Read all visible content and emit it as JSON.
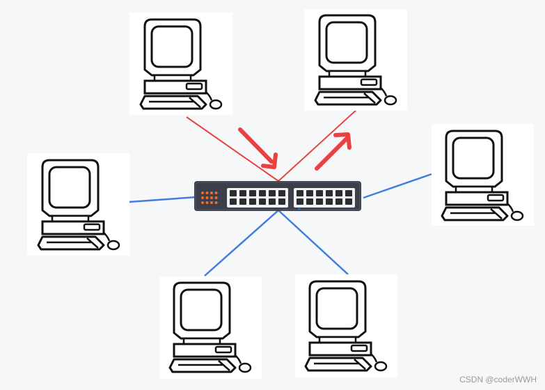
{
  "diagram": {
    "nodes": [
      {
        "id": "computer-top-left",
        "icon": "computer-icon"
      },
      {
        "id": "computer-top-right",
        "icon": "computer-icon"
      },
      {
        "id": "computer-left",
        "icon": "computer-icon"
      },
      {
        "id": "computer-right",
        "icon": "computer-icon"
      },
      {
        "id": "computer-bottom-left",
        "icon": "computer-icon"
      },
      {
        "id": "computer-bottom-right",
        "icon": "computer-icon"
      },
      {
        "id": "switch",
        "icon": "network-switch-icon"
      }
    ],
    "edges": [
      {
        "from": "computer-top-left",
        "to": "switch",
        "color": "#e8413f"
      },
      {
        "from": "switch",
        "to": "computer-top-right",
        "color": "#e8413f"
      },
      {
        "from": "computer-left",
        "to": "switch",
        "color": "#3f7ee0"
      },
      {
        "from": "computer-right",
        "to": "switch",
        "color": "#3f7ee0"
      },
      {
        "from": "computer-bottom-left",
        "to": "switch",
        "color": "#3f7ee0"
      },
      {
        "from": "computer-bottom-right",
        "to": "switch",
        "color": "#3f7ee0"
      }
    ],
    "flow_arrows": [
      {
        "direction": "into-switch",
        "color": "#e8413f"
      },
      {
        "direction": "out-of-switch",
        "color": "#e8413f"
      }
    ]
  },
  "colors": {
    "background": "#f6f7f9",
    "card": "#ffffff",
    "outline": "#111111",
    "switch_body": "#3c3f4a",
    "port_panel": "#f1f1f1",
    "port": "#2a2c33",
    "led": "#ef6a2a"
  },
  "watermark": "CSDN @coderWWH"
}
